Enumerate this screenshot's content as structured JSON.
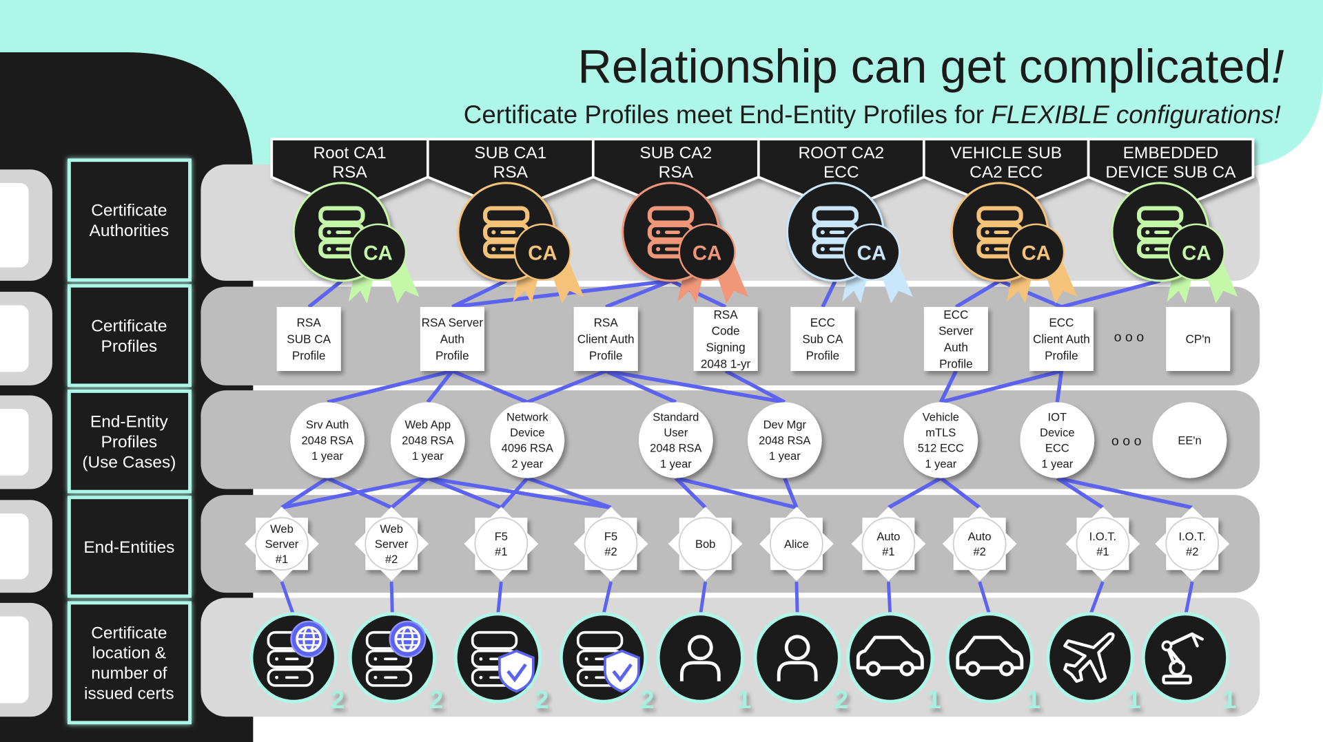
{
  "title": {
    "main": "Relationship can get complicated",
    "main_emph": "!",
    "subtitle": "Certificate Profiles meet End-Entity Profiles for ",
    "subtitle_emph": "FLEXIBLE configurations!"
  },
  "row_labels": [
    {
      "lines": [
        "Certificate",
        "Authorities"
      ]
    },
    {
      "lines": [
        "Certificate",
        "Profiles"
      ]
    },
    {
      "lines": [
        "End-Entity",
        "Profiles",
        "(Use Cases)"
      ]
    },
    {
      "lines": [
        "End-Entities"
      ]
    },
    {
      "lines": [
        "Certificate",
        "location &",
        "number of",
        "issued certs"
      ]
    }
  ],
  "colors": {
    "mint": "#aef7e8",
    "link": "#5b63f0",
    "dark": "#1b1b1b",
    "band_light": "#d9d9d9",
    "band_dark": "#bdbdbd"
  },
  "certificate_authorities": [
    {
      "id": "rootca1",
      "lines": [
        "Root CA1",
        "RSA"
      ],
      "badge": "CA",
      "color": "#c4f7a8",
      "icon": "server-ca-icon"
    },
    {
      "id": "subca1",
      "lines": [
        "SUB CA1",
        "RSA"
      ],
      "badge": "CA",
      "color": "#f5c27a",
      "icon": "server-ca-icon"
    },
    {
      "id": "subca2",
      "lines": [
        "SUB CA2",
        "RSA"
      ],
      "badge": "CA",
      "color": "#f0977a",
      "icon": "server-ca-icon"
    },
    {
      "id": "rootca2",
      "lines": [
        "ROOT CA2",
        "ECC"
      ],
      "badge": "CA",
      "color": "#c9e6fa",
      "icon": "server-ca-icon"
    },
    {
      "id": "vehsubca2",
      "lines": [
        "VEHICLE SUB",
        "CA2 ECC"
      ],
      "badge": "CA",
      "color": "#f5c27a",
      "icon": "server-ca-icon"
    },
    {
      "id": "embsubca",
      "lines": [
        "EMBEDDED",
        "DEVICE SUB CA"
      ],
      "badge": "CA",
      "color": "#c4f7a8",
      "icon": "server-ca-icon"
    }
  ],
  "certificate_profiles": [
    {
      "id": "rsasubca",
      "lines": [
        "RSA",
        "SUB CA",
        "Profile"
      ]
    },
    {
      "id": "rsasrv",
      "lines": [
        "RSA Server",
        "Auth",
        "Profile"
      ]
    },
    {
      "id": "rsacli",
      "lines": [
        "RSA",
        "Client Auth",
        "Profile"
      ]
    },
    {
      "id": "rsacode",
      "lines": [
        "RSA",
        "Code",
        "Signing",
        "2048 1-yr"
      ]
    },
    {
      "id": "eccsubca",
      "lines": [
        "ECC",
        "Sub CA",
        "Profile"
      ]
    },
    {
      "id": "eccsrv",
      "lines": [
        "ECC",
        "Server",
        "Auth",
        "Profile"
      ]
    },
    {
      "id": "ecccli",
      "lines": [
        "ECC",
        "Client Auth",
        "Profile"
      ]
    },
    {
      "id": "cpn",
      "lines": [
        "CP'n"
      ]
    }
  ],
  "end_entity_profiles": [
    {
      "id": "srvauth",
      "lines": [
        "Srv Auth",
        "2048 RSA",
        "1 year"
      ]
    },
    {
      "id": "webapp",
      "lines": [
        "Web App",
        "2048 RSA",
        "1 year"
      ]
    },
    {
      "id": "netdev",
      "lines": [
        "Network",
        "Device",
        "4096 RSA",
        "2 year"
      ]
    },
    {
      "id": "stduser",
      "lines": [
        "Standard",
        "User",
        "2048 RSA",
        "1 year"
      ]
    },
    {
      "id": "devmgr",
      "lines": [
        "Dev Mgr",
        "2048 RSA",
        "1 year"
      ]
    },
    {
      "id": "vehmtls",
      "lines": [
        "Vehicle",
        "mTLS",
        "512 ECC",
        "1 year"
      ]
    },
    {
      "id": "iotdev",
      "lines": [
        "IOT",
        "Device",
        "ECC",
        "1 year"
      ]
    },
    {
      "id": "een",
      "lines": [
        "EE'n"
      ]
    }
  ],
  "ellipsis": "o  o  o",
  "end_entities": [
    {
      "id": "ws1",
      "lines": [
        "Web",
        "Server",
        "#1"
      ],
      "location_icon": "server-globe-icon",
      "cert_count": 2
    },
    {
      "id": "ws2",
      "lines": [
        "Web",
        "Server",
        "#2"
      ],
      "location_icon": "server-globe-icon",
      "cert_count": 2
    },
    {
      "id": "f51",
      "lines": [
        "F5",
        "#1"
      ],
      "location_icon": "server-shield-icon",
      "cert_count": 2
    },
    {
      "id": "f52",
      "lines": [
        "F5",
        "#2"
      ],
      "location_icon": "server-shield-icon",
      "cert_count": 2
    },
    {
      "id": "bob",
      "lines": [
        "Bob"
      ],
      "location_icon": "person-icon",
      "cert_count": 1
    },
    {
      "id": "alice",
      "lines": [
        "Alice"
      ],
      "location_icon": "person-icon",
      "cert_count": 2
    },
    {
      "id": "auto1",
      "lines": [
        "Auto",
        "#1"
      ],
      "location_icon": "car-icon",
      "cert_count": 1
    },
    {
      "id": "auto2",
      "lines": [
        "Auto",
        "#2"
      ],
      "location_icon": "car-icon",
      "cert_count": 1
    },
    {
      "id": "iot1",
      "lines": [
        "I.O.T.",
        "#1"
      ],
      "location_icon": "airplane-icon",
      "cert_count": 1
    },
    {
      "id": "iot2",
      "lines": [
        "I.O.T.",
        "#2"
      ],
      "location_icon": "robot-arm-icon",
      "cert_count": 1
    }
  ],
  "links": [
    [
      "rootca1",
      "rsasubca"
    ],
    [
      "subca1",
      "rsasrv"
    ],
    [
      "subca2",
      "rsasrv"
    ],
    [
      "subca2",
      "rsacli"
    ],
    [
      "subca2",
      "rsacode"
    ],
    [
      "rootca2",
      "eccsubca"
    ],
    [
      "vehsubca2",
      "eccsrv"
    ],
    [
      "vehsubca2",
      "ecccli"
    ],
    [
      "embsubca",
      "ecccli"
    ],
    [
      "rsasrv",
      "srvauth"
    ],
    [
      "rsasrv",
      "webapp"
    ],
    [
      "rsasrv",
      "netdev"
    ],
    [
      "rsacli",
      "netdev"
    ],
    [
      "rsacli",
      "stduser"
    ],
    [
      "rsacli",
      "devmgr"
    ],
    [
      "rsacode",
      "devmgr"
    ],
    [
      "eccsrv",
      "vehmtls"
    ],
    [
      "ecccli",
      "vehmtls"
    ],
    [
      "ecccli",
      "iotdev"
    ],
    [
      "srvauth",
      "ws1"
    ],
    [
      "srvauth",
      "ws2"
    ],
    [
      "webapp",
      "ws1"
    ],
    [
      "webapp",
      "ws2"
    ],
    [
      "webapp",
      "f51"
    ],
    [
      "webapp",
      "f52"
    ],
    [
      "netdev",
      "f51"
    ],
    [
      "netdev",
      "f52"
    ],
    [
      "stduser",
      "bob"
    ],
    [
      "stduser",
      "alice"
    ],
    [
      "devmgr",
      "alice"
    ],
    [
      "vehmtls",
      "auto1"
    ],
    [
      "vehmtls",
      "auto2"
    ],
    [
      "iotdev",
      "iot1"
    ],
    [
      "iotdev",
      "iot2"
    ]
  ]
}
